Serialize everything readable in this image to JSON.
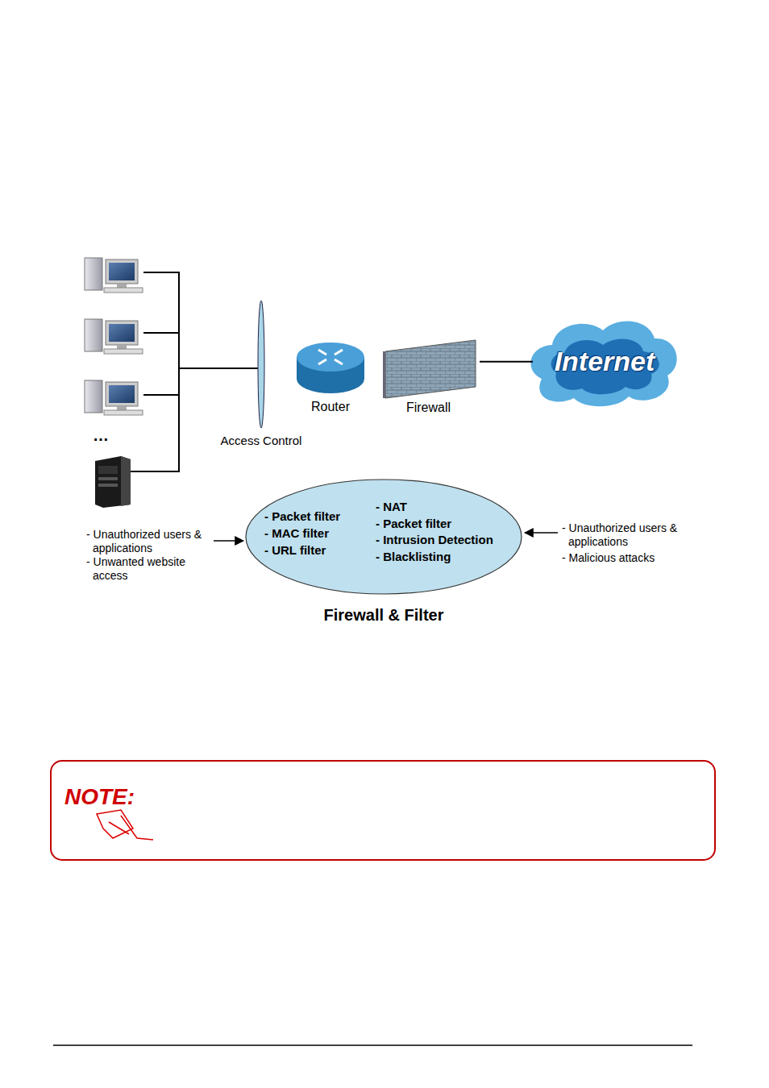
{
  "diagram": {
    "nodes": [
      {
        "text": [
          "Access Control"
        ]
      },
      {
        "text": [
          "Router"
        ]
      },
      {
        "text": [
          "Firewall"
        ]
      },
      {
        "text": [
          "Internet"
        ]
      },
      {
        "text": [
          "Firewall & Filter",
          "- Packet filter",
          "- MAC filter",
          "- URL filter",
          "- NAT",
          "- Packet filter",
          "- Intrusion Detection",
          "- Blacklisting"
        ]
      }
    ],
    "edges": [
      {
        "from": 2,
        "to": 3,
        "arrow": "none"
      }
    ],
    "labels": [
      "…",
      "- Unauthorized users & applications",
      "- Unwanted website access",
      "- Unauthorized users & applications",
      "- Malicious attacks",
      "NOTE:"
    ]
  }
}
